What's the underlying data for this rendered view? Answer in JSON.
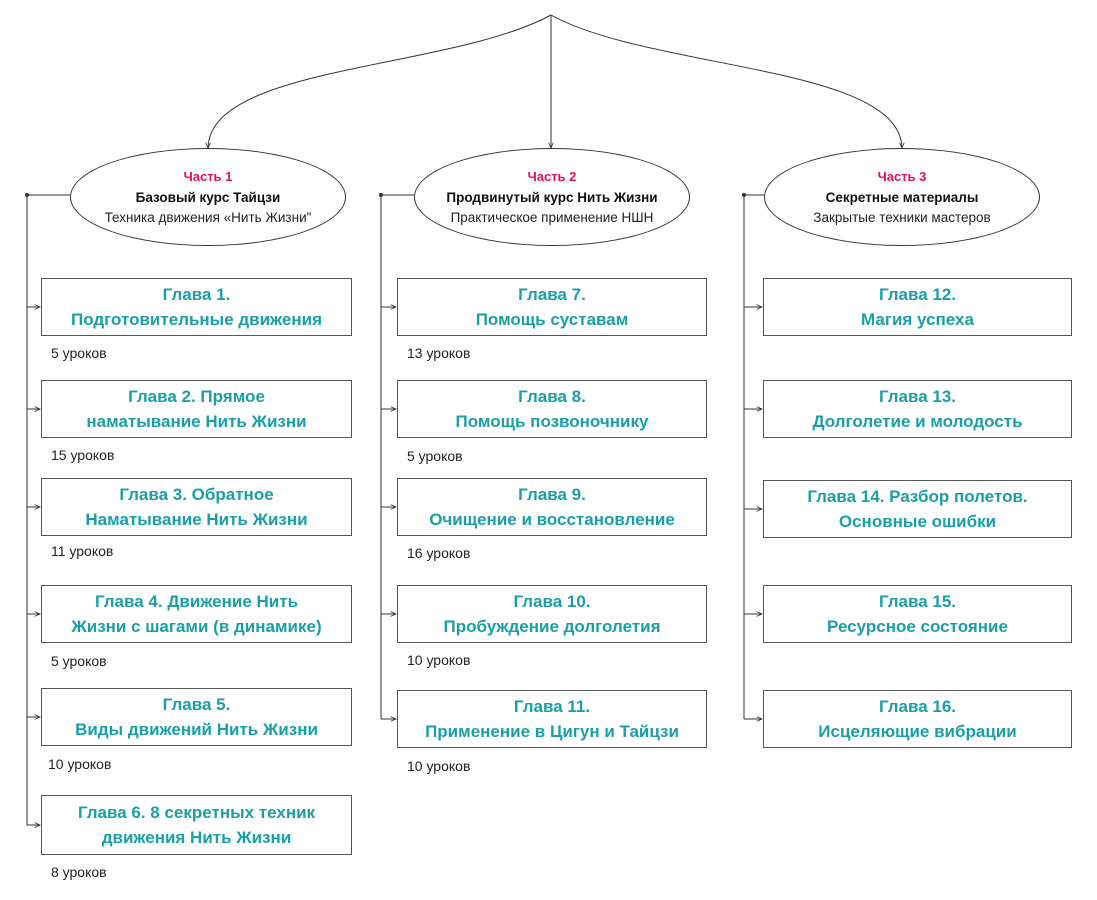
{
  "parts": [
    {
      "label": "Часть 1",
      "title": "Базовый курс Тайцзи",
      "subtitle": "Техника движения «Нить Жизни\"",
      "chapters": [
        {
          "title": "Глава 1.\nПодготовительные движения",
          "lessons": "5 уроков"
        },
        {
          "title": "Глава 2. Прямое\nнаматывание Нить Жизни",
          "lessons": "15 уроков"
        },
        {
          "title": "Глава 3. Обратное\nНаматывание Нить Жизни",
          "lessons": "11 уроков"
        },
        {
          "title": "Глава 4.  Движение Нить\nЖизни с шагами (в динамике)",
          "lessons": "5 уроков"
        },
        {
          "title": "Глава 5.\nВиды движений Нить Жизни",
          "lessons": "10 уроков"
        },
        {
          "title": "Глава 6. 8 секретных техник\nдвижения Нить Жизни",
          "lessons": "8 уроков"
        }
      ]
    },
    {
      "label": "Часть 2",
      "title": "Продвинутый курс Нить Жизни",
      "subtitle": "Практическое применение НШН",
      "chapters": [
        {
          "title": "Глава 7.\nПомощь суставам",
          "lessons": "13 уроков"
        },
        {
          "title": "Глава 8.\nПомощь позвоночнику",
          "lessons": "5 уроков"
        },
        {
          "title": "Глава 9.\nОчищение и восстановление",
          "lessons": "16 уроков"
        },
        {
          "title": "Глава 10.\nПробуждение долголетия",
          "lessons": "10 уроков"
        },
        {
          "title": "Глава 11.\nПрименение в Цигун и Тайцзи",
          "lessons": "10 уроков"
        }
      ]
    },
    {
      "label": "Часть 3",
      "title": "Секретные материалы",
      "subtitle": "Закрытые техники мастеров",
      "chapters": [
        {
          "title": "Глава 12.\nМагия успеха",
          "lessons": ""
        },
        {
          "title": "Глава 13.\nДолголетие и молодость",
          "lessons": ""
        },
        {
          "title": "Глава 14. Разбор полетов.\nОсновные ошибки",
          "lessons": ""
        },
        {
          "title": "Глава 15.\nРесурсное состояние",
          "lessons": ""
        },
        {
          "title": "Глава 16.\nИсцеляющие вибрации",
          "lessons": ""
        }
      ]
    }
  ],
  "colors": {
    "chapter_text": "#1a9fa8",
    "part_label": "#e0105a",
    "lines": "#333333"
  }
}
